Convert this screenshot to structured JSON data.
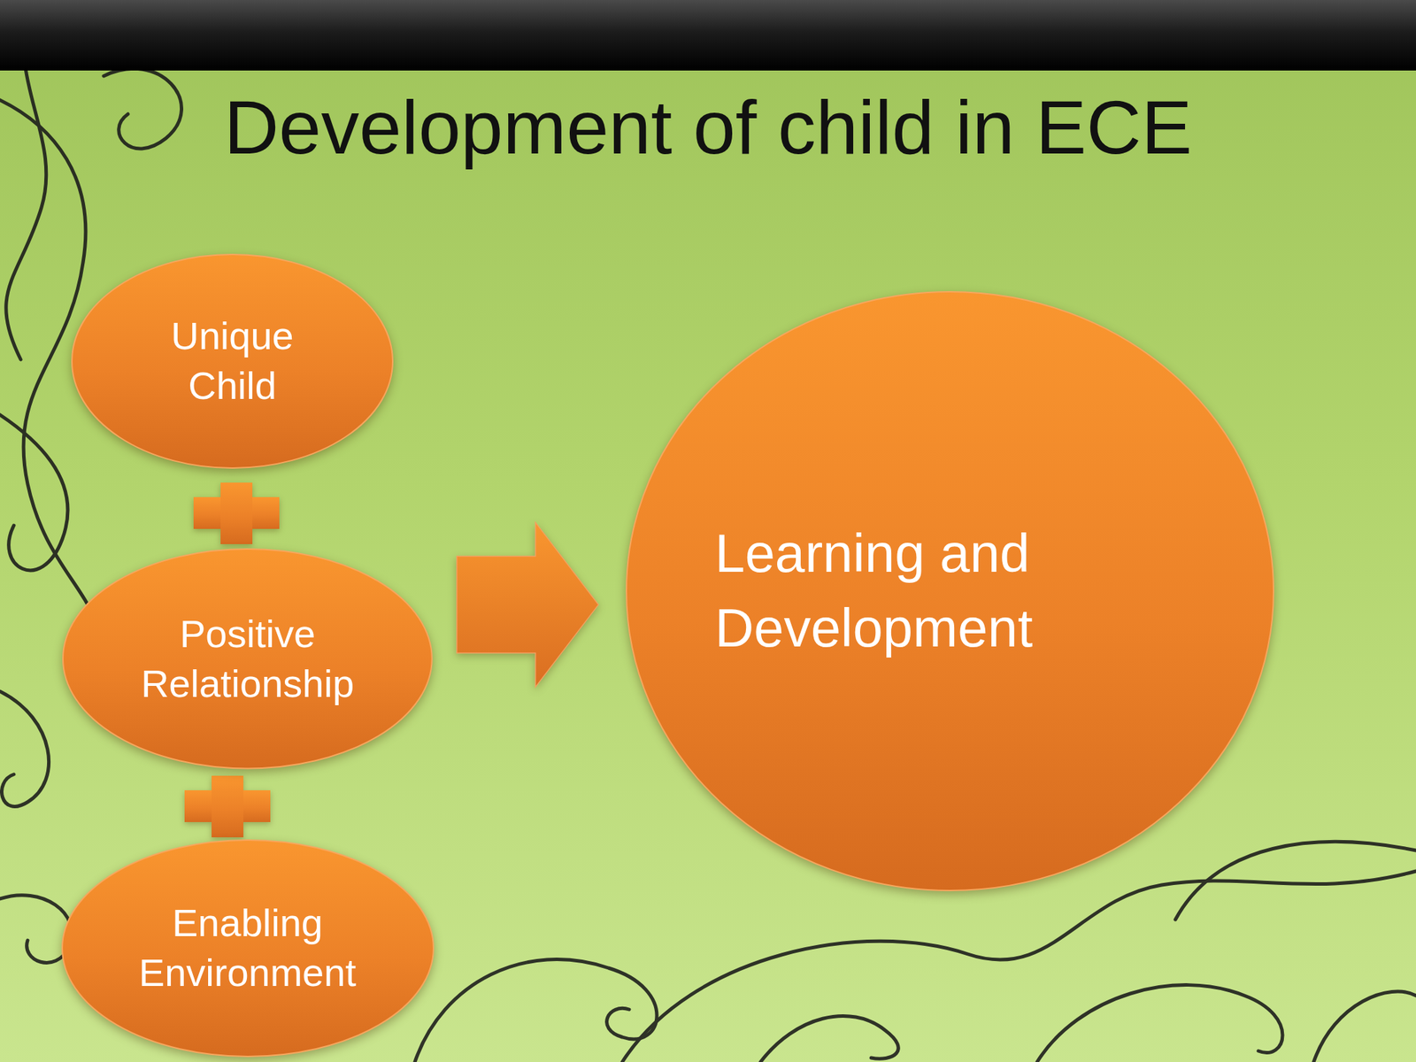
{
  "diagram": {
    "title": "Development of child in ECE",
    "nodes": [
      {
        "text": [
          "Unique Child"
        ]
      },
      {
        "text": [
          "Positive Relationship"
        ]
      },
      {
        "text": [
          "Enabling Environment"
        ]
      },
      {
        "text": [
          "Learning and Development"
        ]
      }
    ],
    "edges": [
      {
        "from": 1,
        "to": 3,
        "arrow": "to"
      }
    ]
  }
}
